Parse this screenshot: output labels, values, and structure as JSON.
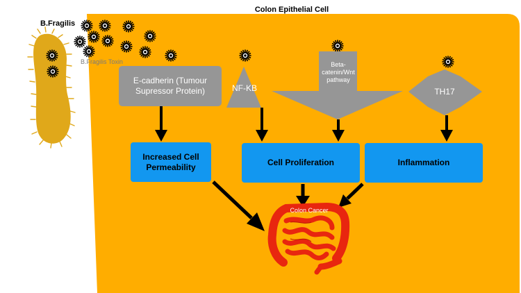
{
  "diagram": {
    "title": "Colon Epithelial Cell",
    "bacterium_label": "B.Fragilis",
    "toxin_label": "B.Fragilis Toxin",
    "triggers": {
      "ecadherin": "E-cadherin (Tumour Supressor Protein)",
      "nfkb": "NF-KB",
      "beta_catenin": "Beta-catenin/Wnt pathway",
      "th17": "TH17"
    },
    "outcomes": {
      "permeability": "Increased Cell Permeability",
      "proliferation": "Cell Proliferation",
      "inflammation": "Inflammation"
    },
    "result": "Colon Cancer",
    "colors": {
      "cell_background": "#ffad00",
      "bacterium": "#e0a81a",
      "trigger_shapes": "#969696",
      "outcome_boxes": "#1297f0",
      "colon": "#e8260f",
      "arrows": "#000000"
    }
  }
}
